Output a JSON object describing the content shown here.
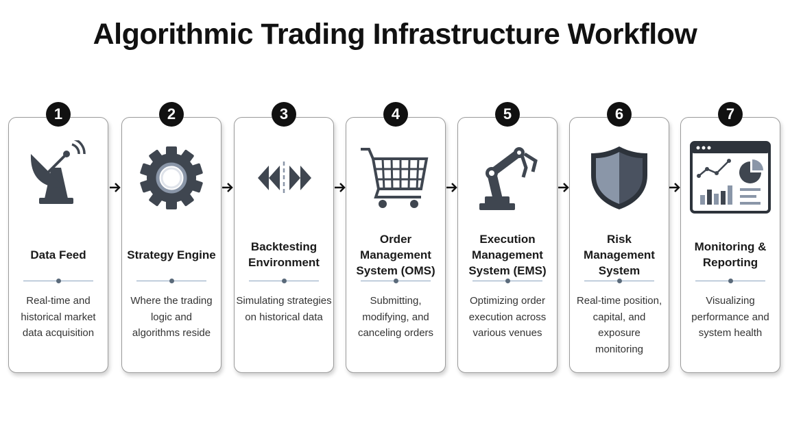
{
  "title": "Algorithmic Trading Infrastructure Workflow",
  "steps": [
    {
      "number": "1",
      "title": "Data Feed",
      "description": "Real-time and historical market data acquisition",
      "icon": "satellite-dish-icon"
    },
    {
      "number": "2",
      "title": "Strategy Engine",
      "description": "Where the trading logic and algorithms reside",
      "icon": "gear-icon"
    },
    {
      "number": "3",
      "title": "Backtesting Environment",
      "description": "Simulating strategies on historical data",
      "icon": "rewind-forward-icon"
    },
    {
      "number": "4",
      "title": "Order Management System (OMS)",
      "description": "Submitting, modifying, and canceling orders",
      "icon": "shopping-cart-icon"
    },
    {
      "number": "5",
      "title": "Execution Management System (EMS)",
      "description": "Optimizing order execution across various venues",
      "icon": "robotic-arm-icon"
    },
    {
      "number": "6",
      "title": "Risk Management System",
      "description": "Real-time position, capital, and exposure monitoring",
      "icon": "shield-icon"
    },
    {
      "number": "7",
      "title": "Monitoring & Reporting",
      "description": "Visualizing performance and system health",
      "icon": "dashboard-icon"
    }
  ],
  "colors": {
    "icon_dark": "#3f4650",
    "icon_light": "#8a96a8",
    "divider": "#8aa3bd"
  }
}
